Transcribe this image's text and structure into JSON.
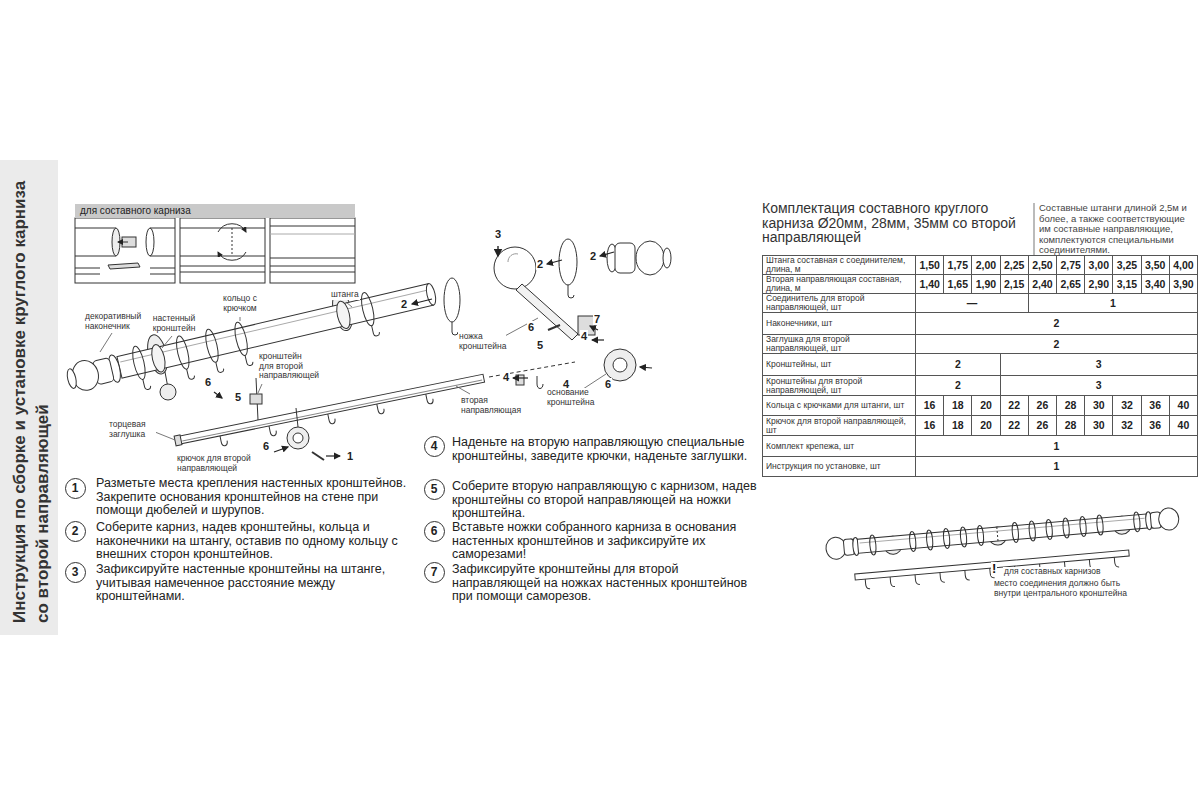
{
  "diagram": {
    "title": "Инструкция по сборке и установке круглого карниза со второй направляющей",
    "nodes": [
      {
        "text": [
          "для составного карниза"
        ]
      },
      {
        "text": [
          "1"
        ]
      },
      {
        "text": [
          "2"
        ]
      },
      {
        "text": [
          "3"
        ]
      },
      {
        "text": [
          "4"
        ]
      },
      {
        "text": [
          "5"
        ]
      },
      {
        "text": [
          "6"
        ]
      },
      {
        "text": [
          "7"
        ]
      }
    ],
    "labels": [
      "декоративный наконечник",
      "настенный кронштейн",
      "кольцо с крючком",
      "штанга",
      "кронштейн для второй направляющей",
      "торцевая заглушка",
      "вторая направляющая",
      "крючок для второй направляющей",
      "ножка кронштейна",
      "основание кронштейна",
      "3",
      "2",
      "2",
      "2",
      "7",
      "6",
      "5",
      "4",
      "4",
      "4",
      "6",
      "6",
      "5",
      "1",
      "6",
      "Разметьте места крепления настенных кронштейнов. Закрепите основания кронштейнов на стене при помощи дюбелей и шурупов.",
      "Соберите карниз, надев кронштейны, кольца и наконечники на штангу, оставив по одному кольцу с внешних сторон кронштейнов.",
      "Зафиксируйте настенные кронштейны на штанге, учитывая намеченное расстояние между кронштейнами.",
      "Наденьте на вторую направляющую специальные кронштейны, заведите крючки, наденьте заглушки.",
      "Соберите вторую направляющую с карнизом, надев кронштейны со второй направляющей на ножки кронштейна.",
      "Вставьте ножки собранного карниза в основания настенных кронштейнов и зафиксируйте их саморезами!",
      "Зафиксируйте кронштейны для второй направляющей на ножках настенных кронштейнов при помощи саморезов.",
      "Комплектация составного круглого карниза Ø20мм, 28мм, 35мм со второй направляющей",
      "Составные штанги длиной 2,5м и более, а также соответствующие им составные направляющие, комплектуются специальными соединителями.",
      "Штанга составная с соединителем, длина, м",
      "1,50",
      "1,75",
      "2,00",
      "2,25",
      "2,50",
      "2,75",
      "3,00",
      "3,25",
      "3,50",
      "4,00",
      "Вторая направляющая составная, длина, м",
      "1,40",
      "1,65",
      "1,90",
      "2,15",
      "2,40",
      "2,65",
      "2,90",
      "3,15",
      "3,40",
      "3,90",
      "Соединитель для второй направляющей, шт",
      "—",
      "1",
      "Наконечники, шт",
      "2",
      "Заглушка для второй направляющей, шт",
      "2",
      "Кронштейны, шт",
      "2",
      "3",
      "Кронштейны для второй направляющей, шт",
      "2",
      "3",
      "Кольца с крючками для штанги, шт",
      "16",
      "18",
      "20",
      "22",
      "26",
      "28",
      "30",
      "32",
      "36",
      "40",
      "Крючок для второй направляющей, шт",
      "16",
      "18",
      "20",
      "22",
      "26",
      "28",
      "30",
      "32",
      "36",
      "40",
      "Комплект крепежа, шт",
      "1",
      "Инструкция по установке, шт",
      "1",
      "!",
      "для составных карнизов",
      "место соединения должно быть внутри центрального кронштейна"
    ]
  }
}
